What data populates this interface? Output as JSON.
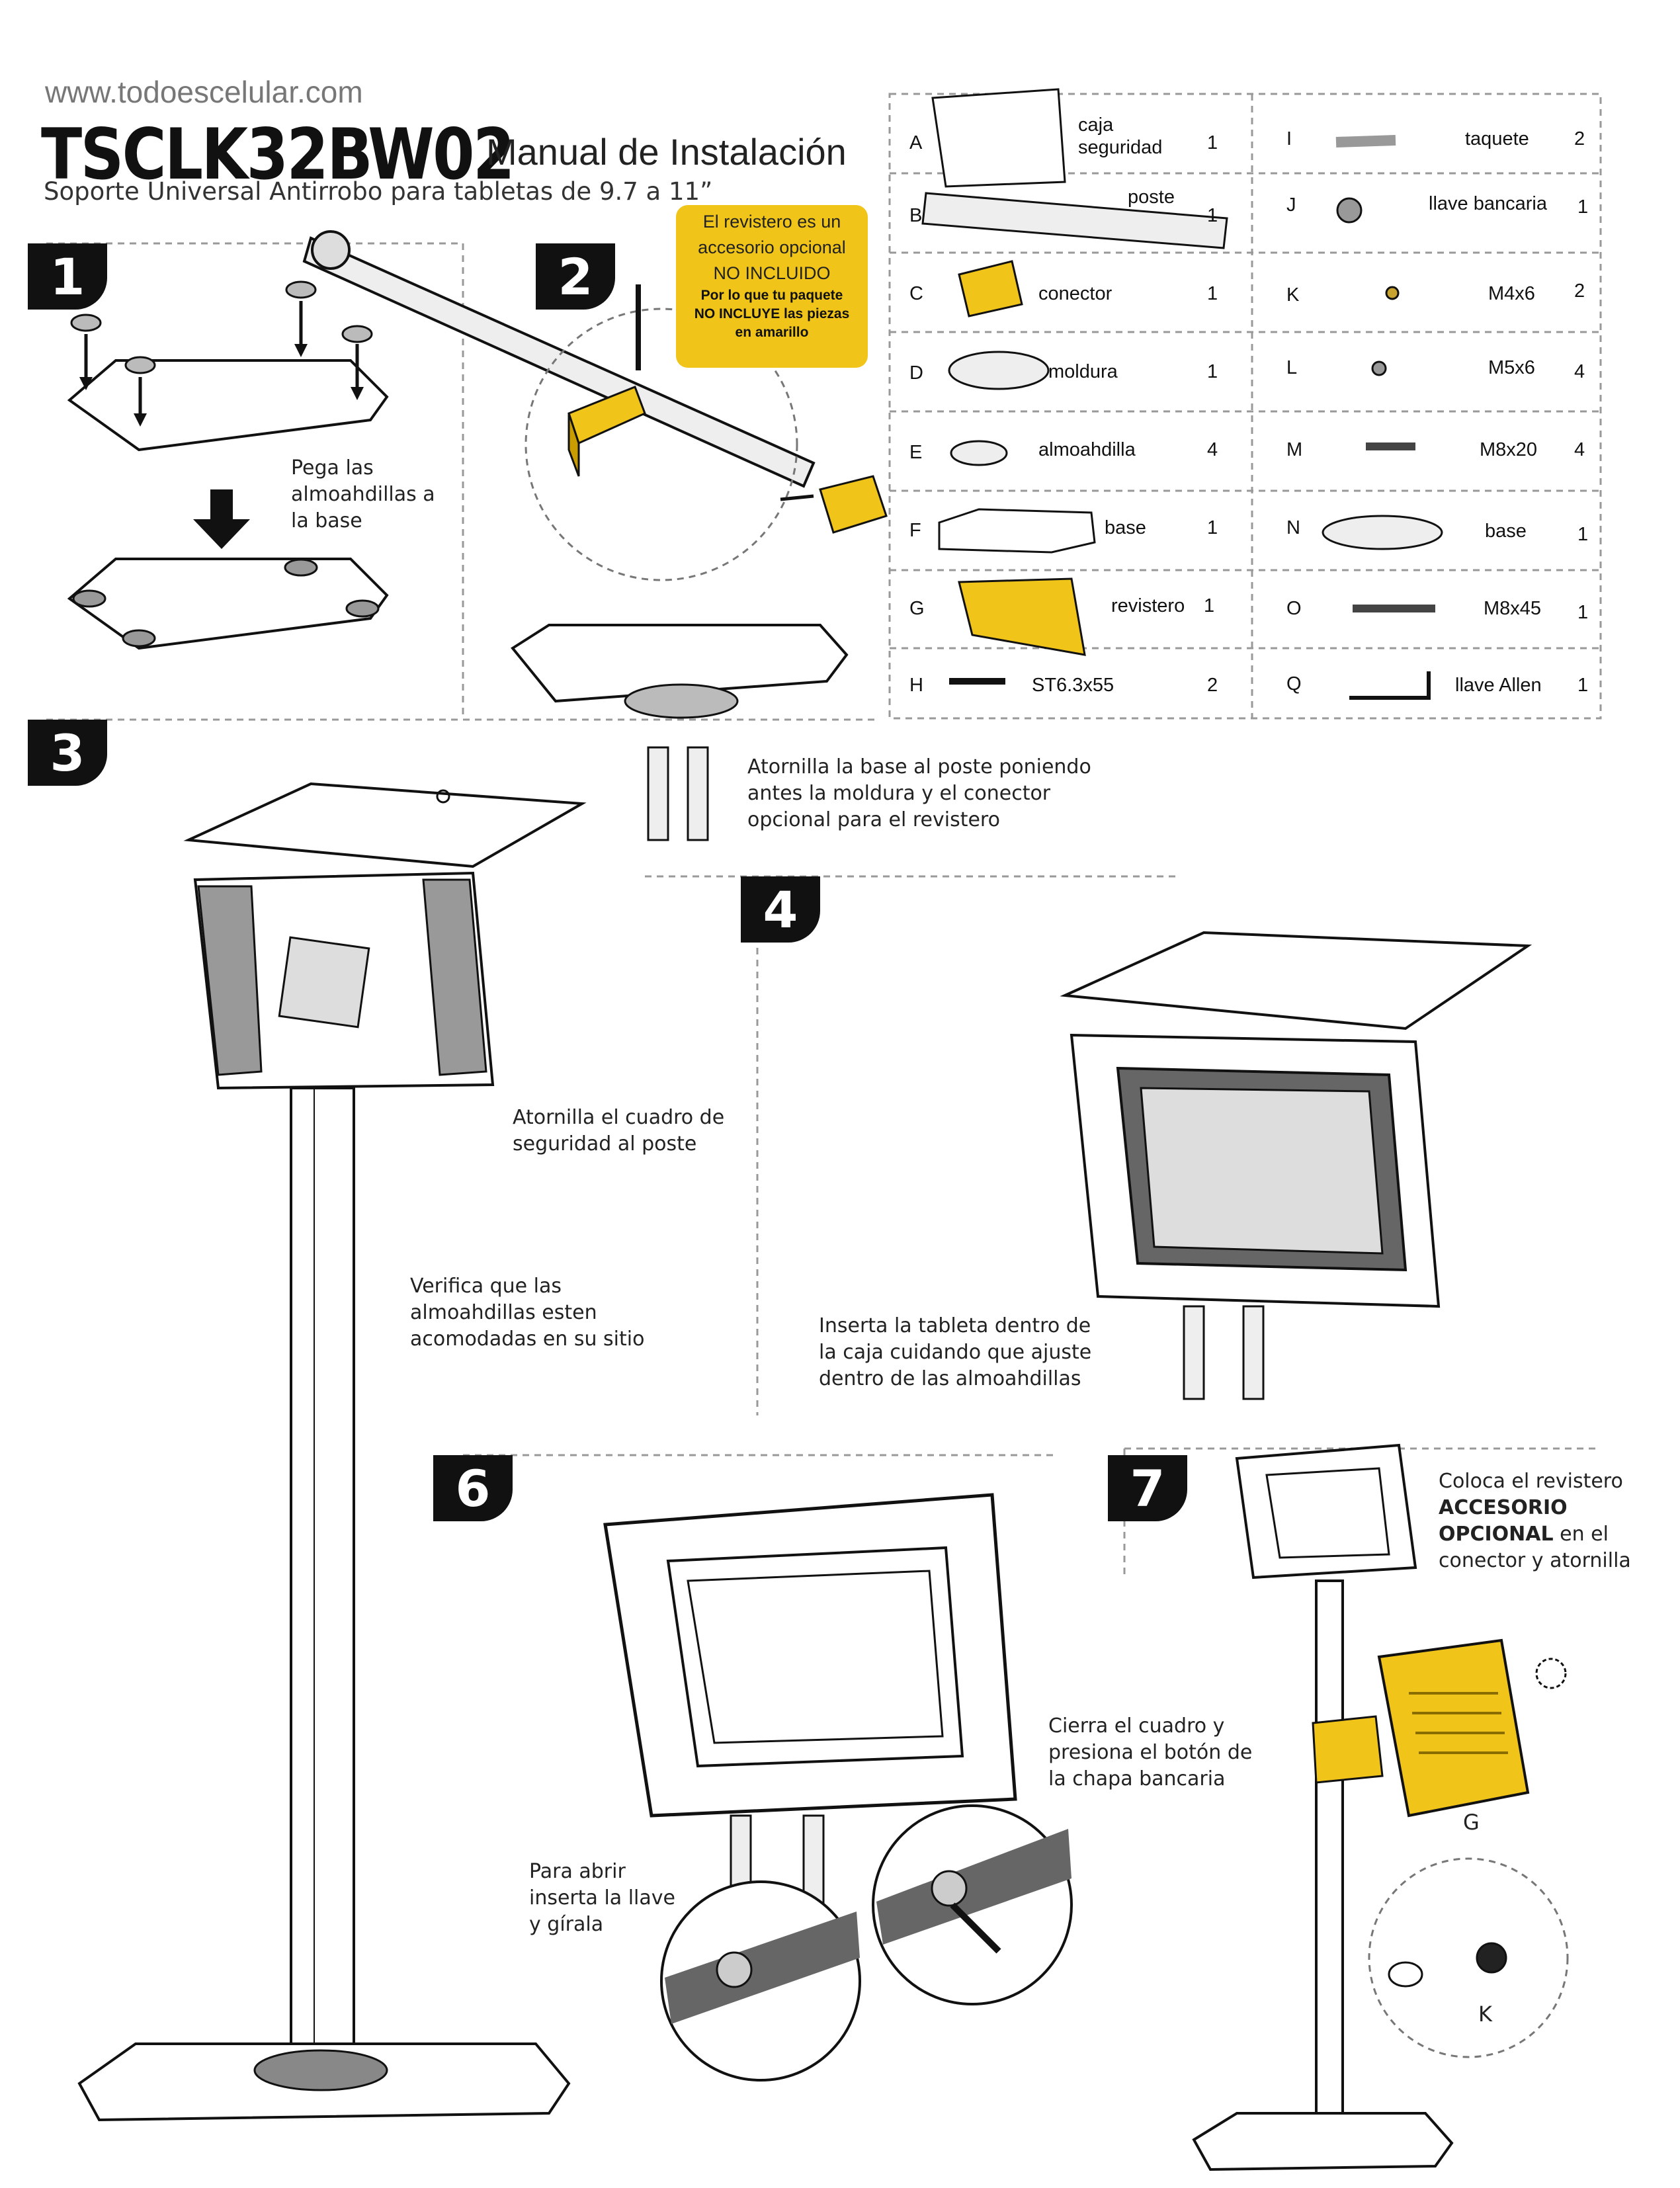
{
  "header": {
    "url": "www.todoescelular.com",
    "model": "TSCLK32BW02",
    "manual_title": "Manual de Instalación",
    "subtitle": "Soporte Universal Antirrobo para tabletas de 9.7 a 11”"
  },
  "callout": {
    "line1": "El revistero es un",
    "line2": "accesorio opcional",
    "line3": "NO INCLUIDO",
    "line4": "Por lo que tu paquete",
    "line5": "NO INCLUYE las piezas",
    "line6": "en amarillo",
    "color": "#f0c419"
  },
  "steps": {
    "s1": {
      "number": "1",
      "instr": [
        "Pega las",
        "almoahdillas a",
        "la base"
      ]
    },
    "s2": {
      "number": "2",
      "instr": [
        "Atornilla la base al poste poniendo",
        "antes la moldura y el conector",
        "opcional para el revistero"
      ]
    },
    "s3": {
      "number": "3",
      "instr": [
        "Atornilla el cuadro de",
        "seguridad al poste"
      ],
      "instr2": [
        "Verifica que las",
        "almoahdillas esten",
        "acomodadas en su sitio"
      ]
    },
    "s4": {
      "number": "4",
      "instr": [
        "Inserta la tableta dentro de",
        "la caja cuidando que ajuste",
        "dentro de las almoahdillas"
      ]
    },
    "s6": {
      "number": "6",
      "instr": [
        "Cierra el cuadro y",
        "presiona el botón de",
        "la chapa bancaria"
      ],
      "instr2": [
        "Para abrir",
        "inserta la llave",
        "y gírala"
      ]
    },
    "s7": {
      "number": "7",
      "instr_a": "Coloca el revistero",
      "instr_b": "ACCESORIO",
      "instr_c": "OPCIONAL",
      "instr_d": "en el",
      "instr_e": "conector y atornilla",
      "label_g": "G",
      "label_k": "K"
    }
  },
  "parts_left": [
    {
      "letter": "A",
      "name": "caja seguridad",
      "name1": "caja",
      "name2": "seguridad",
      "qty": "1"
    },
    {
      "letter": "B",
      "name": "poste",
      "qty": "1"
    },
    {
      "letter": "C",
      "name": "conector",
      "qty": "1"
    },
    {
      "letter": "D",
      "name": "moldura",
      "qty": "1"
    },
    {
      "letter": "E",
      "name": "almoahdilla",
      "qty": "4"
    },
    {
      "letter": "F",
      "name": "base",
      "qty": "1"
    },
    {
      "letter": "G",
      "name": "revistero",
      "qty": "1"
    },
    {
      "letter": "H",
      "name": "ST6.3x55",
      "qty": "2"
    }
  ],
  "parts_right": [
    {
      "letter": "I",
      "name": "taquete",
      "qty": "2"
    },
    {
      "letter": "J",
      "name": "llave bancaria",
      "qty": "1"
    },
    {
      "letter": "K",
      "name": "M4x6",
      "qty": "2"
    },
    {
      "letter": "L",
      "name": "M5x6",
      "qty": "4"
    },
    {
      "letter": "M",
      "name": "M8x20",
      "qty": "4"
    },
    {
      "letter": "N",
      "name": "base",
      "qty": "1"
    },
    {
      "letter": "O",
      "name": "M8x45",
      "qty": "1"
    },
    {
      "letter": "Q",
      "name": "llave Allen",
      "qty": "1"
    }
  ]
}
